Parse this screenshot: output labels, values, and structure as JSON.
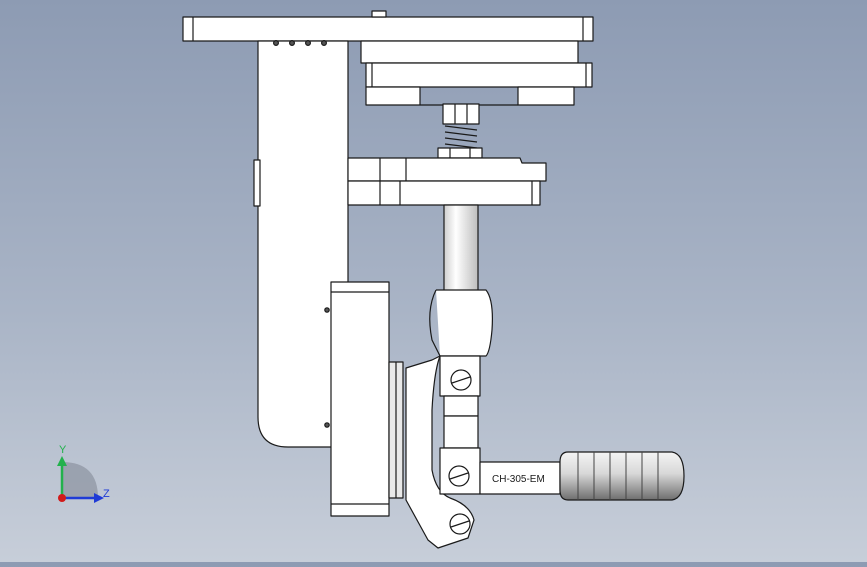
{
  "model": {
    "clamp_marking": "CH-305-EM"
  },
  "triad": {
    "y_axis_label": "Y",
    "z_axis_label": "Z",
    "y_axis_color": "#22b14c",
    "z_axis_color": "#1f3bd6",
    "origin_color": "#d11a1a"
  },
  "colors": {
    "background_top": "#8d9bb3",
    "background_bottom": "#c7ced9",
    "part_fill": "#ffffff",
    "part_shade": "#e6e6e6",
    "outline": "#1a1a1a"
  }
}
